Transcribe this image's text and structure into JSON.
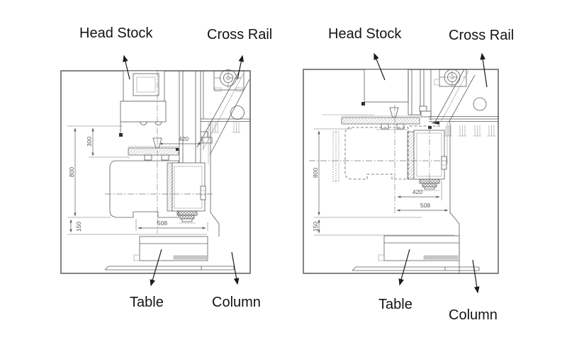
{
  "figure": {
    "type": "machine-tool-elevation-diagrams",
    "background": "#ffffff"
  },
  "colors": {
    "drawing_line": "#5b5b5b",
    "border_line": "#6e6e6e",
    "dim_text": "#555555",
    "label_text": "#141414",
    "leader": "#1a1a1a",
    "table_strip": "#c9c9c9"
  },
  "diagrams": {
    "left": {
      "labels": {
        "head_stock": "Head Stock",
        "cross_rail": "Cross Rail",
        "table": "Table",
        "column": "Column"
      },
      "dims": {
        "d300": "300",
        "d800": "800",
        "d150": "150",
        "d420": "420",
        "d508": "508"
      }
    },
    "right": {
      "labels": {
        "head_stock": "Head Stock",
        "cross_rail": "Cross Rail",
        "table": "Table",
        "column": "Column"
      },
      "dims": {
        "d800": "800",
        "d150": "150",
        "d420": "420",
        "d508": "508"
      }
    }
  }
}
